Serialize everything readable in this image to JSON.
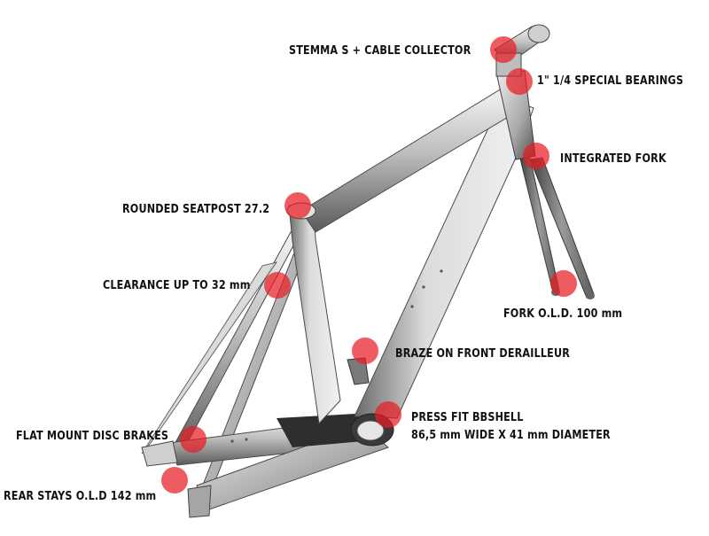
{
  "colors": {
    "hotspot": "#e81c24",
    "frame_light": "#e4e4e4",
    "frame_dark": "#4a4a4a",
    "label_text": "#111111"
  },
  "labels": {
    "stem": "STEMMA S + CABLE COLLECTOR",
    "bearings": "1\" 1/4 SPECIAL BEARINGS",
    "fork": "INTEGRATED FORK",
    "seatpost": "ROUNDED SEATPOST 27.2",
    "clearance": "CLEARANCE UP TO 32 mm",
    "fork_old": "FORK O.L.D. 100 mm",
    "braze_on": "BRAZE ON FRONT DERAILLEUR",
    "bbshell_1": "PRESS FIT BBSHELL",
    "bbshell_2": "86,5 mm WIDE X 41 mm DIAMETER",
    "disc_brakes": "FLAT MOUNT DISC BRAKES",
    "rear_stays": "REAR STAYS O.L.D 142 mm"
  }
}
